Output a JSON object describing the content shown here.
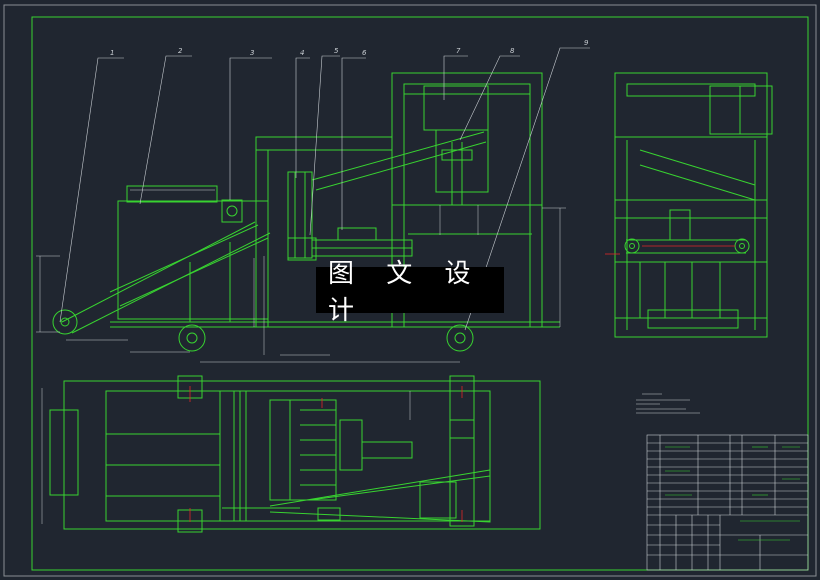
{
  "drawing": {
    "background": "#202630",
    "line_color": "#38d330",
    "frame_color": "#8a8f94",
    "annotation_color": "#c8cdd2",
    "accent_color": "#e02828",
    "callouts": [
      "1",
      "2",
      "3",
      "4",
      "5",
      "6",
      "7",
      "8",
      "9"
    ]
  },
  "watermark": {
    "text": "图 文 设 计"
  }
}
